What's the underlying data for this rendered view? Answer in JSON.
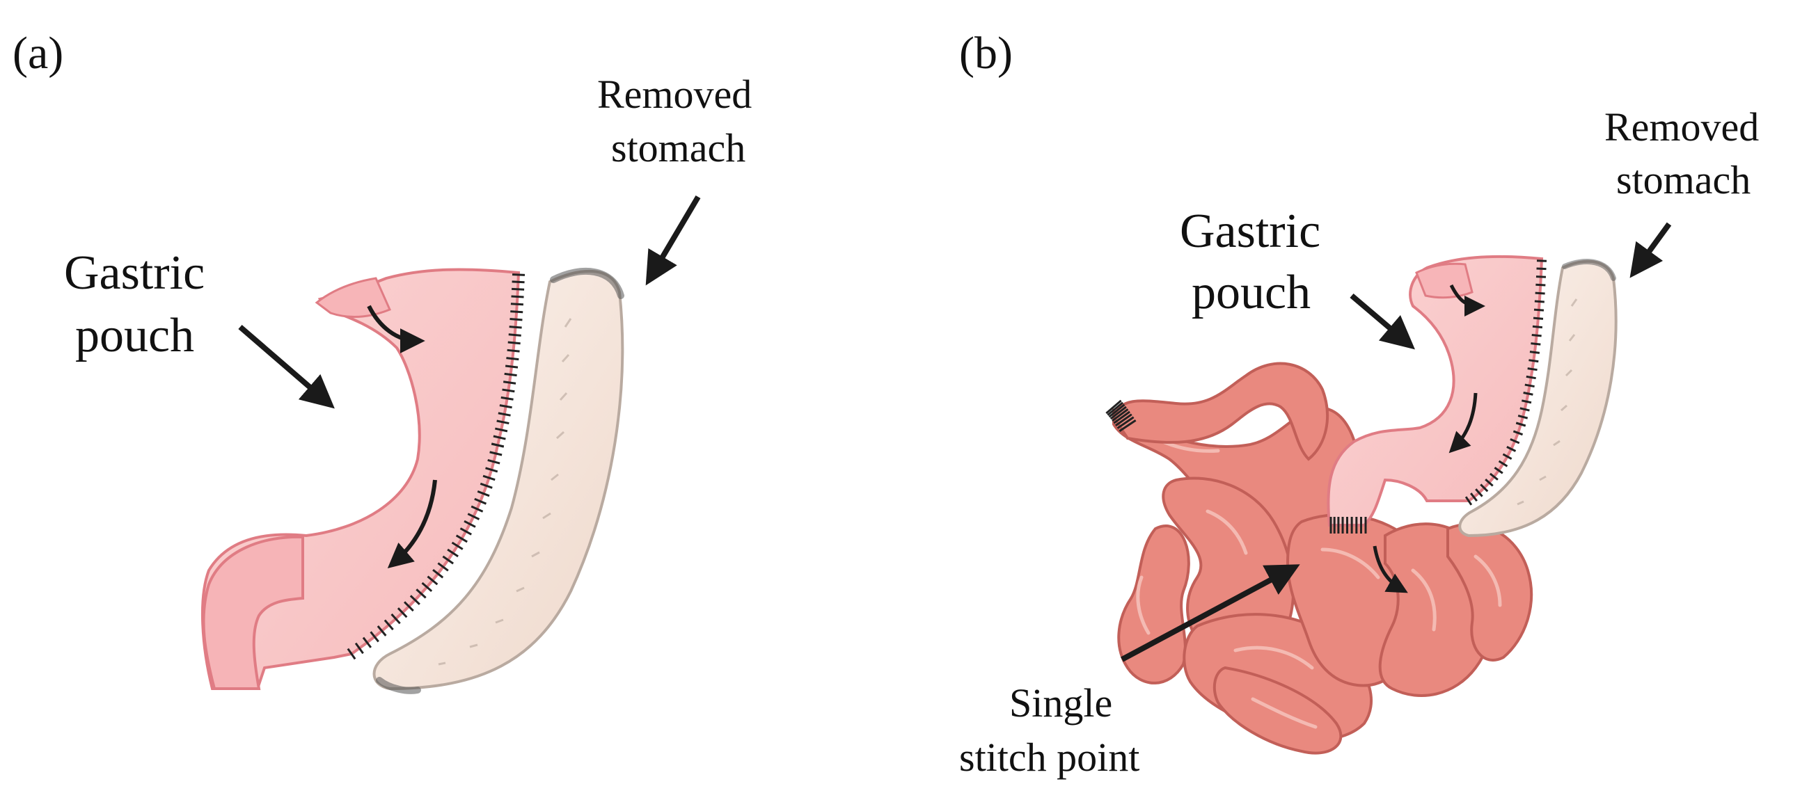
{
  "panel_a": {
    "panel_label": "(a)",
    "gastric_pouch": [
      "Gastric",
      "pouch"
    ],
    "removed_stomach": [
      "Removed",
      "stomach"
    ]
  },
  "panel_b": {
    "panel_label": "(b)",
    "gastric_pouch": [
      "Gastric",
      "pouch"
    ],
    "removed_stomach": [
      "Removed",
      "stomach"
    ],
    "single_stitch_point": [
      "Single",
      "stitch point"
    ]
  },
  "colors": {
    "pouch_fill": "#f9c8c8",
    "pouch_edge": "#e07c84",
    "removed_fill": "#f3e3d8",
    "intestine_fill": "#e9897f",
    "intestine_edge": "#c25f58",
    "arrow": "#1a1a1a"
  }
}
